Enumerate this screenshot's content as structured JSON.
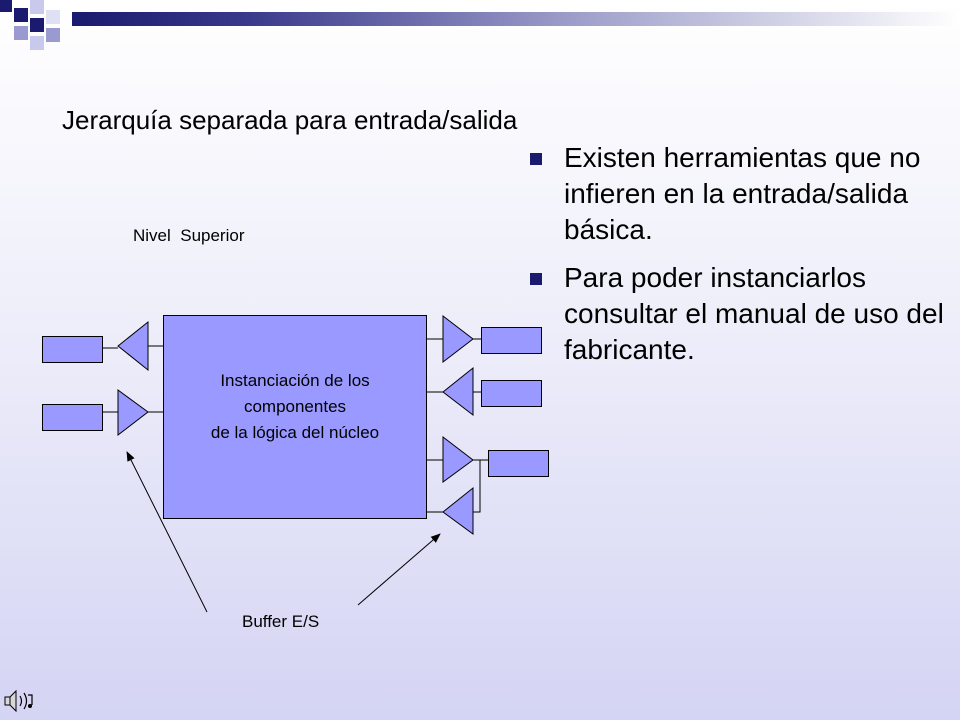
{
  "slide": {
    "title": "Jerarquía separada para entrada/salida",
    "bullets": [
      "Existen herramientas que no infieren en la entrada/salida básica.",
      "Para poder instanciarlos consultar el manual de uso del fabricante."
    ]
  },
  "diagram": {
    "top_level_label": "Nivel  Superior",
    "core_label": "Instanciación de los\ncomponentes\nde la lógica del núcleo",
    "buffer_label": "Buffer E/S"
  },
  "colors": {
    "accent": "#1a1a6e",
    "block_fill": "#9999ff"
  },
  "icons": [
    "speaker-icon"
  ]
}
